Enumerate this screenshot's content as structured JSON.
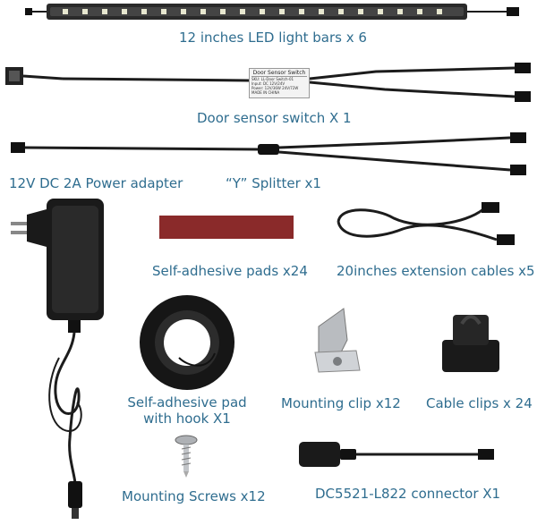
{
  "items": {
    "light_bars": "12 inches LED light bars x 6",
    "door_sensor": "Door sensor switch X 1",
    "power_adapter": "12V DC 2A Power adapter",
    "y_splitter": "“Y” Splitter x1",
    "adhesive_pads": "Self-adhesive pads x24",
    "extension_cables": "20inches extension cables x5",
    "pad_hook_line1": "Self-adhesive pad",
    "pad_hook_line2": "with hook X1",
    "mounting_clip": "Mounting clip x12",
    "cable_clips": "Cable clips x 24",
    "mounting_screws": "Mounting Screws x12",
    "connector": "DC5521-L822 connector X1"
  },
  "sensor_box": {
    "title": "Door Sensor Switch",
    "lines": [
      "SKU: LL-Door Switch-01",
      "Input: DC 12V/24V",
      "Power: 12V/36W  24V/72W",
      "MADE IN CHINA"
    ]
  },
  "colors": {
    "label": "#2f6d8f",
    "cable": "#1c1c1c",
    "pad": "#8a2a2a"
  }
}
